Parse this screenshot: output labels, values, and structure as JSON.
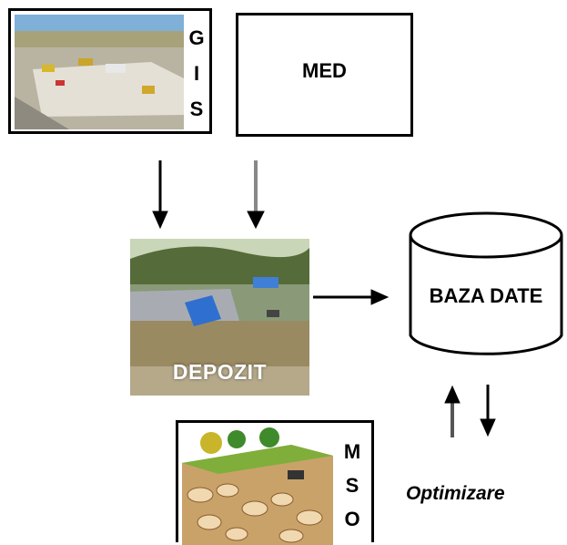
{
  "gis": {
    "letters": [
      "G",
      "I",
      "S"
    ]
  },
  "med": {
    "label": "MED"
  },
  "depozit": {
    "label": "DEPOZIT"
  },
  "database": {
    "label": "BAZA DATE"
  },
  "mso": {
    "letters": [
      "M",
      "S",
      "O"
    ]
  },
  "optimization": {
    "label": "Optimizare"
  }
}
